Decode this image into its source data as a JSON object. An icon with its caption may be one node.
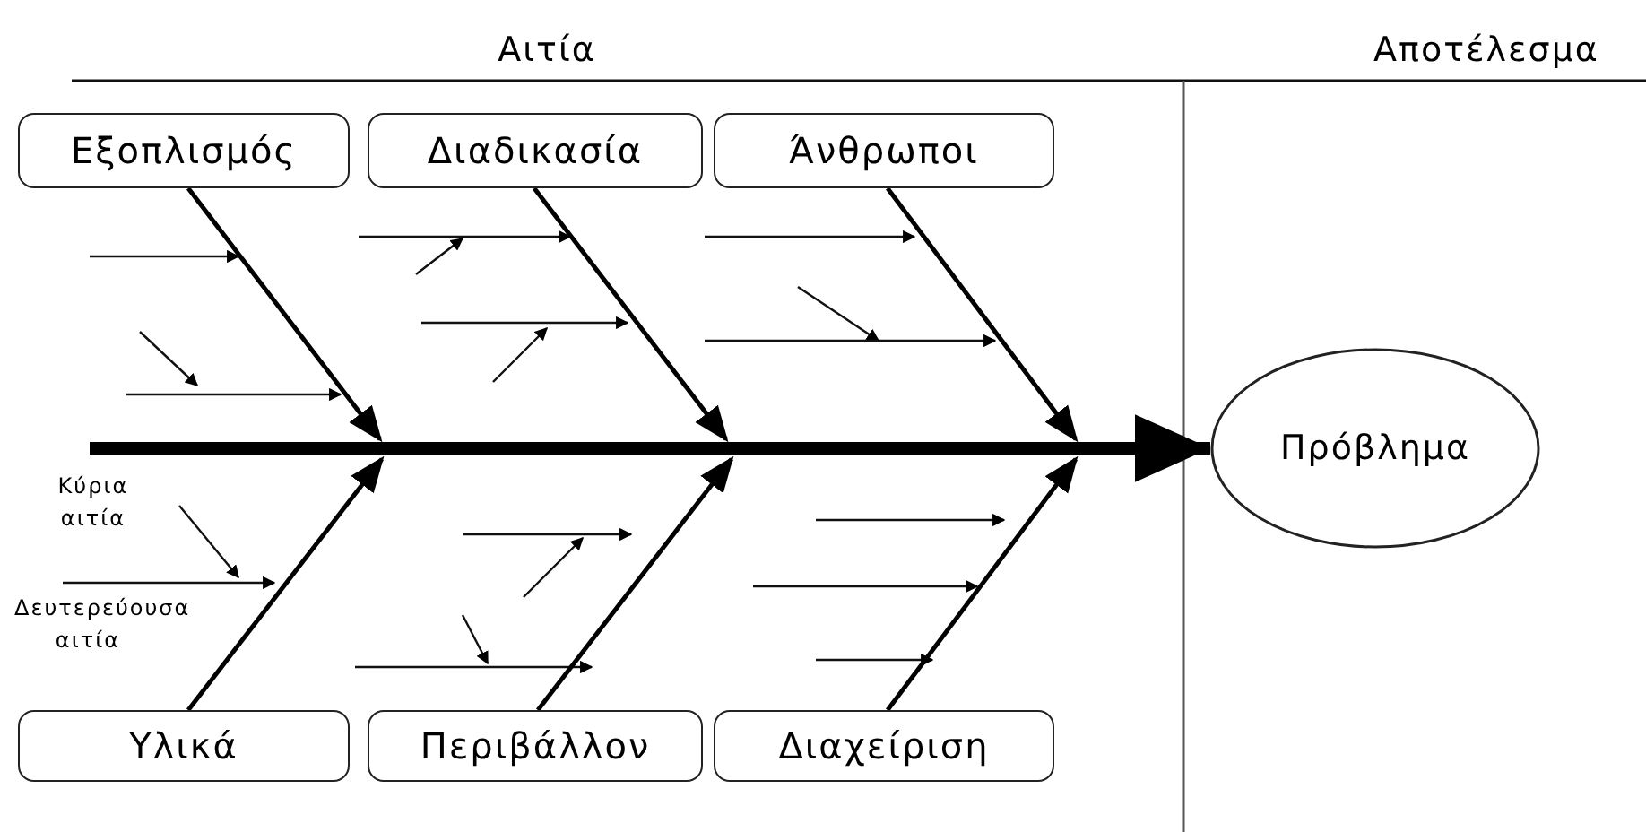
{
  "diagram": {
    "nodes": [
      {
        "text": [
          "Εξοπλισμός"
        ]
      },
      {
        "text": [
          "Διαδικασία"
        ]
      },
      {
        "text": [
          "Άνθρωποι"
        ]
      },
      {
        "text": [
          "Υλικά"
        ]
      },
      {
        "text": [
          "Περιβάλλον"
        ]
      },
      {
        "text": [
          "Διαχείριση"
        ]
      },
      {
        "text": [
          "Πρόβλημα"
        ]
      }
    ],
    "edges": [
      {
        "from": 0,
        "to": null,
        "arrow": "to"
      },
      {
        "from": 1,
        "to": null,
        "arrow": "to"
      },
      {
        "from": 2,
        "to": null,
        "arrow": "to"
      },
      {
        "from": 3,
        "to": null,
        "arrow": "to"
      },
      {
        "from": 4,
        "to": null,
        "arrow": "to"
      },
      {
        "from": 5,
        "to": null,
        "arrow": "to"
      },
      {
        "from": null,
        "to": 6,
        "arrow": "to",
        "style": "thick"
      }
    ],
    "labels": [
      "Αιτία",
      "Αποτέλεσμα",
      "Κύρια αιτία",
      "Δευτερεύουσα αιτία"
    ]
  }
}
